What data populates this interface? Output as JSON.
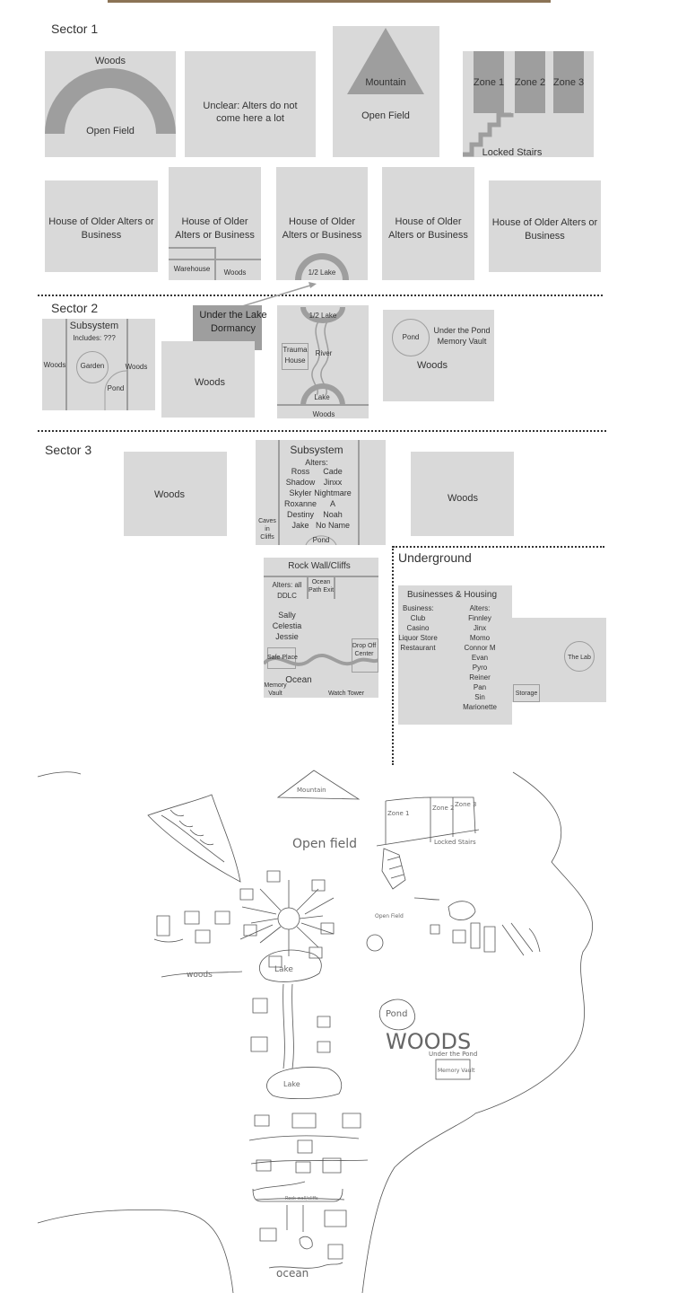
{
  "sector1": {
    "title": "Sector 1",
    "arch": {
      "top": "Woods",
      "bottom": "Open Field"
    },
    "unclear": "Unclear: Alters do not come here a lot",
    "mountain": {
      "peak": "Mountain",
      "base": "Open Field"
    },
    "zones": {
      "z1": "Zone 1",
      "z2": "Zone 2",
      "z3": "Zone 3",
      "stairs": "Locked Stairs"
    },
    "houses": {
      "label": "House of Older Alters or Business",
      "warehouse": "Warehouse",
      "woods": "Woods",
      "half_lake": "1/2 Lake"
    }
  },
  "sector2": {
    "title": "Sector 2",
    "subsystem": {
      "title": "Subsystem",
      "includes": "Includes: ???",
      "woods_left": "Woods",
      "woods_right": "Woods",
      "garden": "Garden",
      "pond": "Pond"
    },
    "dormancy": "Under the Lake Dormancy",
    "woods": "Woods",
    "lake": {
      "half_lake": "1/2 Lake",
      "trauma": "Trauma House",
      "river": "River",
      "lake": "Lake",
      "woods": "Woods"
    },
    "pond": {
      "pond": "Pond",
      "vault": "Under the Pond Memory Vault",
      "woods": "Woods"
    }
  },
  "sector3": {
    "title": "Sector 3",
    "woods_left": "Woods",
    "woods_right": "Woods",
    "subsystem": {
      "title": "Subsystem",
      "alters_label": "Alters:",
      "col1": [
        "Ross",
        "Shadow",
        "Skyler",
        "Roxanne",
        "Destiny",
        "Jake"
      ],
      "col2": [
        "Cade",
        "Jinxx",
        "Nightmare",
        "A",
        "Noah",
        "No Name"
      ],
      "caves": "Caves in Cliffs",
      "pond": "Pond"
    },
    "rock": {
      "title": "Rock Wall/Cliffs",
      "alters": "Alters: all DDLC",
      "path": "Ocean Path Exit",
      "names": [
        "Sally",
        "Celestia",
        "Jessie"
      ],
      "safe": "Safe Place",
      "drop": "Drop Off Center",
      "ocean": "Ocean",
      "vault": "Memory Vault",
      "tower": "Watch Tower"
    }
  },
  "underground": {
    "title": "Underground",
    "bh": {
      "title": "Businesses & Housing",
      "business_label": "Business:",
      "businesses": [
        "Club",
        "Casino",
        "Liquor Store",
        "Restaurant"
      ],
      "alters_label": "Alters:",
      "alters": [
        "Finnley",
        "Jinx",
        "Momo",
        "Connor M",
        "Evan",
        "Pyro",
        "Reiner",
        "Pan",
        "Sin",
        "Marionette"
      ]
    },
    "lab": "The Lab",
    "storage": "Storage"
  },
  "sketch": {
    "labels": {
      "mountain": "Mountain",
      "open_field": "Open field",
      "zone1": "Zone 1",
      "zone2": "Zone 2",
      "zone3": "Zone 3",
      "stairs": "Locked Stairs",
      "open_field_small": "Open Field",
      "woods_left": "woods",
      "lake": "Lake",
      "pond": "Pond",
      "woods_big": "WOODS",
      "under_pond": "Under the Pond",
      "memory_vault": "Memory Vault",
      "lake_lower": "Lake",
      "rock_wall": "Rock wall/cliffs",
      "ocean": "ocean"
    }
  },
  "colors": {
    "box": "#d9d9d9",
    "dark": "#9e9e9e",
    "line": "#333333"
  }
}
